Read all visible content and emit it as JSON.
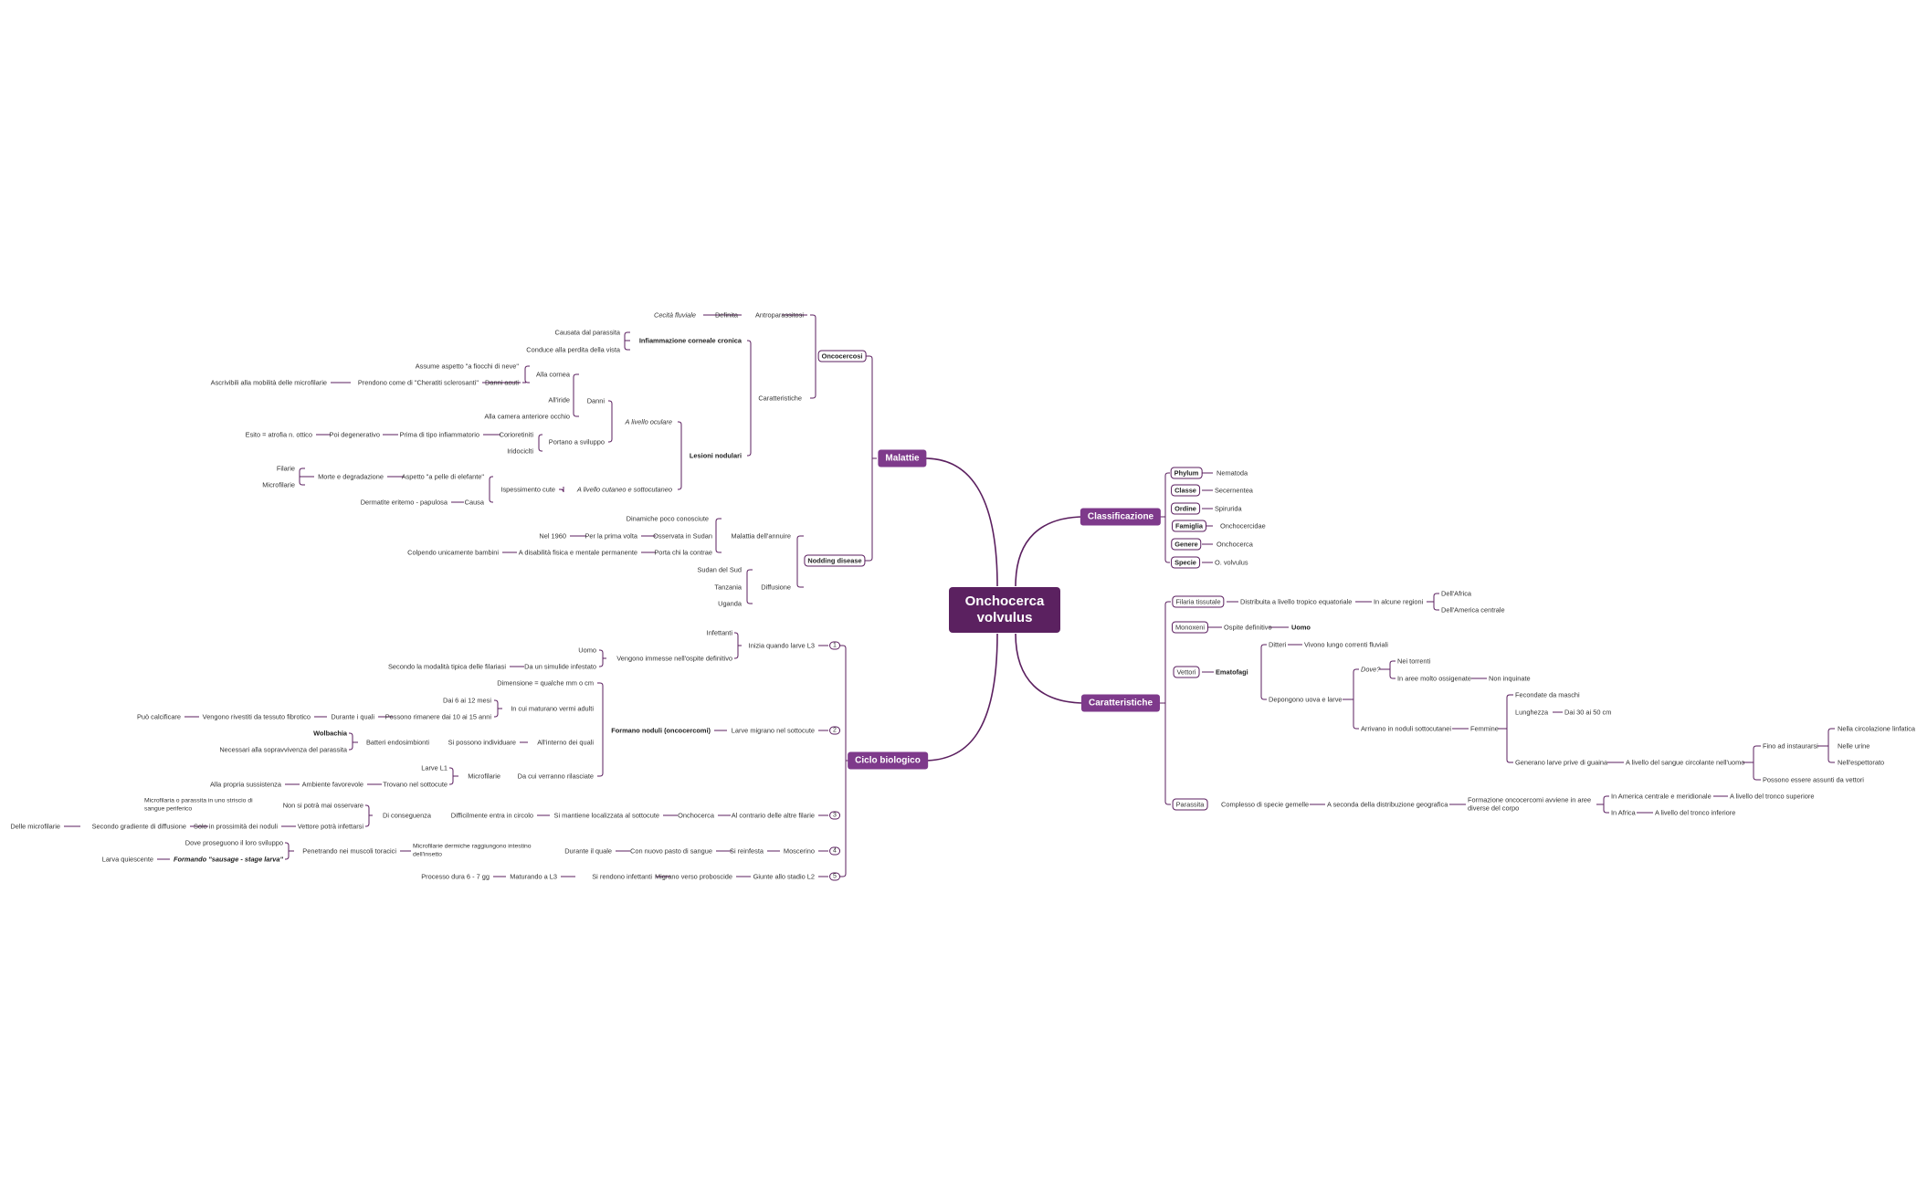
{
  "root": "Onchocerca volvulus",
  "accent_colors": {
    "root": "#5b2160",
    "main_branch": "#7e3a8b",
    "lines": "#5b1f5f"
  },
  "branches": {
    "malattie": "Malattie",
    "classificazione": "Classificazione",
    "caratteristiche": "Caratteristiche",
    "ciclo": "Ciclo biologico"
  },
  "malattie": {
    "oncocercosi": "Oncocercosi",
    "antropoparassitosi": "Antroparassitosi",
    "definita": "Definita",
    "cecita_fluviale": "Cecità fluviale",
    "caratteristiche": "Caratteristiche",
    "infiammazione": "Infiammazione corneale cronica",
    "causata": "Causata dal parassita",
    "conduce": "Conduce alla perdita della vista",
    "lesioni": "Lesioni nodulari",
    "livello_oculare": "A livello oculare",
    "danni": "Danni",
    "alla_cornea": "Alla cornea",
    "assume": "Assume aspetto \"a fiocchi di neve\"",
    "danni_acuti": "Danni acuti",
    "prendono": "Prendono come di \"Cheratiti sclerosanti\"",
    "ascrivibili": "Ascrivibili alla mobilità delle microfilarie",
    "alliride": "All'iride",
    "camera": "Alla camera anteriore occhio",
    "portano": "Portano a sviluppo",
    "corioretiniti": "Corioretiniti",
    "iridociclti": "Iridociclti",
    "prima_tipo": "Prima di tipo infiammatorio",
    "poi_degenerativo": "Poi degenerativo",
    "esito": "Esito = atrofia n. ottico",
    "livello_cutaneo": "A livello cutaneo e sottocutaneo",
    "ispessimento": "Ispessimento cute",
    "aspetto_elefante": "Aspetto \"a pelle di elefante\"",
    "morte": "Morte e degradazione",
    "filarie": "Filarie",
    "microfilarie": "Microfilarie",
    "causa": "Causa",
    "dermatite": "Dermatite eritemo - papulosa",
    "nodding": "Nodding disease",
    "malattia_annuire": "Malattia dell'annuire",
    "dinamiche": "Dinamiche poco conosciute",
    "osservata": "Osservata in Sudan",
    "per_prima": "Per la prima volta",
    "nel_1960": "Nel 1960",
    "porta": "Porta chi la contrae",
    "disabilita": "A disabilità fisica e mentale permanente",
    "colpendo": "Colpendo unicamente bambini",
    "diffusione": "Diffusione",
    "sudan_sud": "Sudan del Sud",
    "tanzania": "Tanzania",
    "uganda": "Uganda"
  },
  "classificazione": [
    {
      "key": "Phylum",
      "value": "Nematoda"
    },
    {
      "key": "Classe",
      "value": "Secernentea"
    },
    {
      "key": "Ordine",
      "value": "Spirurida"
    },
    {
      "key": "Famiglia",
      "value": "Onchocercidae"
    },
    {
      "key": "Genere",
      "value": "Onchocerca"
    },
    {
      "key": "Specie",
      "value": "O. volvulus"
    }
  ],
  "caratteristiche": {
    "filaria": "Filaria tissutale",
    "distribuita": "Distribuita a livello tropico equatoriale",
    "alcune_regioni": "In alcune regioni",
    "africa": "Dell'Africa",
    "america": "Dell'America centrale",
    "monoxeni": "Monoxeni",
    "ospite": "Ospite definitivo",
    "uomo": "Uomo",
    "vettori": "Vettori",
    "ematofagi": "Ematofagi",
    "ditteri": "Ditteri",
    "vivono": "Vivono lungo correnti fluviali",
    "depongono": "Depongono uova e larve",
    "dove": "Dove?",
    "torrenti": "Nei torrenti",
    "aree": "In aree molto ossigenate",
    "non_inquinate": "Non inquinate",
    "arrivano": "Arrivano in noduli sottocutanei",
    "femmine": "Femmine",
    "fecondate": "Fecondate da maschi",
    "lunghezza": "Lunghezza",
    "dai_30": "Dai 30 ai 50 cm",
    "generano": "Generano larve prive di guaina",
    "livello_sangue": "A livello del sangue circolante nell'uomo",
    "fino": "Fino ad instaurarsi",
    "circolazione": "Nella circolazione linfatica",
    "urine": "Nelle urine",
    "espettorato": "Nell'espettorato",
    "assunti": "Possono essere assunti da vettori",
    "parassita": "Parassita",
    "complesso": "Complesso di specie gemelle",
    "seconda": "A seconda della distribuzione geografica",
    "formazione": "Formazione oncocercomi avviene in aree diverse del corpo",
    "america_centrale": "In America centrale e meridionale",
    "tronco_sup": "A livello del tronco superiore",
    "in_africa": "In Africa",
    "tronco_inf": "A livello del tronco inferiore"
  },
  "ciclo": {
    "n1": "1",
    "n2": "2",
    "n3": "3",
    "n4": "4",
    "n5": "5",
    "inizia": "Inizia quando larve L3",
    "infettanti": "Infettanti",
    "vengono_immesse": "Vengono immesse nell'ospite definitivo",
    "uomo": "Uomo",
    "da_simulide": "Da un simulide infestato",
    "modalita": "Secondo la modalità tipica delle filariasi",
    "larve_migrano": "Larve migrano nel sottocute",
    "formano": "Formano noduli (oncocercomi)",
    "dimensione": "Dimensione = qualche mm o cm",
    "in_cui": "In cui maturano vermi adulti",
    "dai_6": "Dai 6 ai 12 mesi",
    "possono_rimanere": "Possono rimanere dai 10 ai 15 anni",
    "durante": "Durante i quali",
    "rivestiti": "Vengono rivestiti da tessuto fibrotico",
    "calcificare": "Può calcificare",
    "interno": "All'interno dei quali",
    "individuare": "Si possono individuare",
    "batteri": "Batteri endosimbionti",
    "wolbachia": "Wolbachia",
    "necessari": "Necessari alla sopravvivenza del parassita",
    "da_cui": "Da cui verranno rilasciate",
    "microfilarie": "Microfilarie",
    "larve_l1": "Larve L1",
    "trovano": "Trovano nel sottocute",
    "ambiente": "Ambiente favorevole",
    "sussistenza": "Alla propria sussistenza",
    "contrario": "Al contrario delle altre filarie",
    "onchocerca": "Onchocerca",
    "mantiene": "Si mantiene localizzata al sottocute",
    "difficilmente": "Difficilmente entra in circolo",
    "conseguenza": "Di conseguenza",
    "non_potra": "Non si potrà mai osservare",
    "microfilaria_striscio": "Microfilaria o parassita in uno striscio di sangue periferico",
    "vettore": "Vettore potrà infettarsi",
    "solo": "Solo in prossimità dei noduli",
    "gradiente": "Secondo gradiente di diffusione",
    "delle_micro": "Delle microfilarie",
    "moscerino": "Moscerino",
    "reinfesta": "Si reinfesta",
    "nuovo_pasto": "Con nuovo pasto di sangue",
    "durante_quale": "Durante il quale",
    "microfilarie_dermiche": "Microfilarie dermiche raggiungono intestino dell'insetto",
    "penetrando": "Penetrando nei muscoli toracici",
    "proseguono": "Dove proseguono il loro sviluppo",
    "formando": "Formando \"sausage - stage larva\"",
    "quiescente": "Larva quiescente",
    "giunte": "Giunte allo stadio L2",
    "migrano": "Migrano verso proboscide",
    "rendono": "Si rendono infettanti",
    "maturando": "Maturando a L3",
    "processo": "Processo dura 6 - 7 gg"
  }
}
